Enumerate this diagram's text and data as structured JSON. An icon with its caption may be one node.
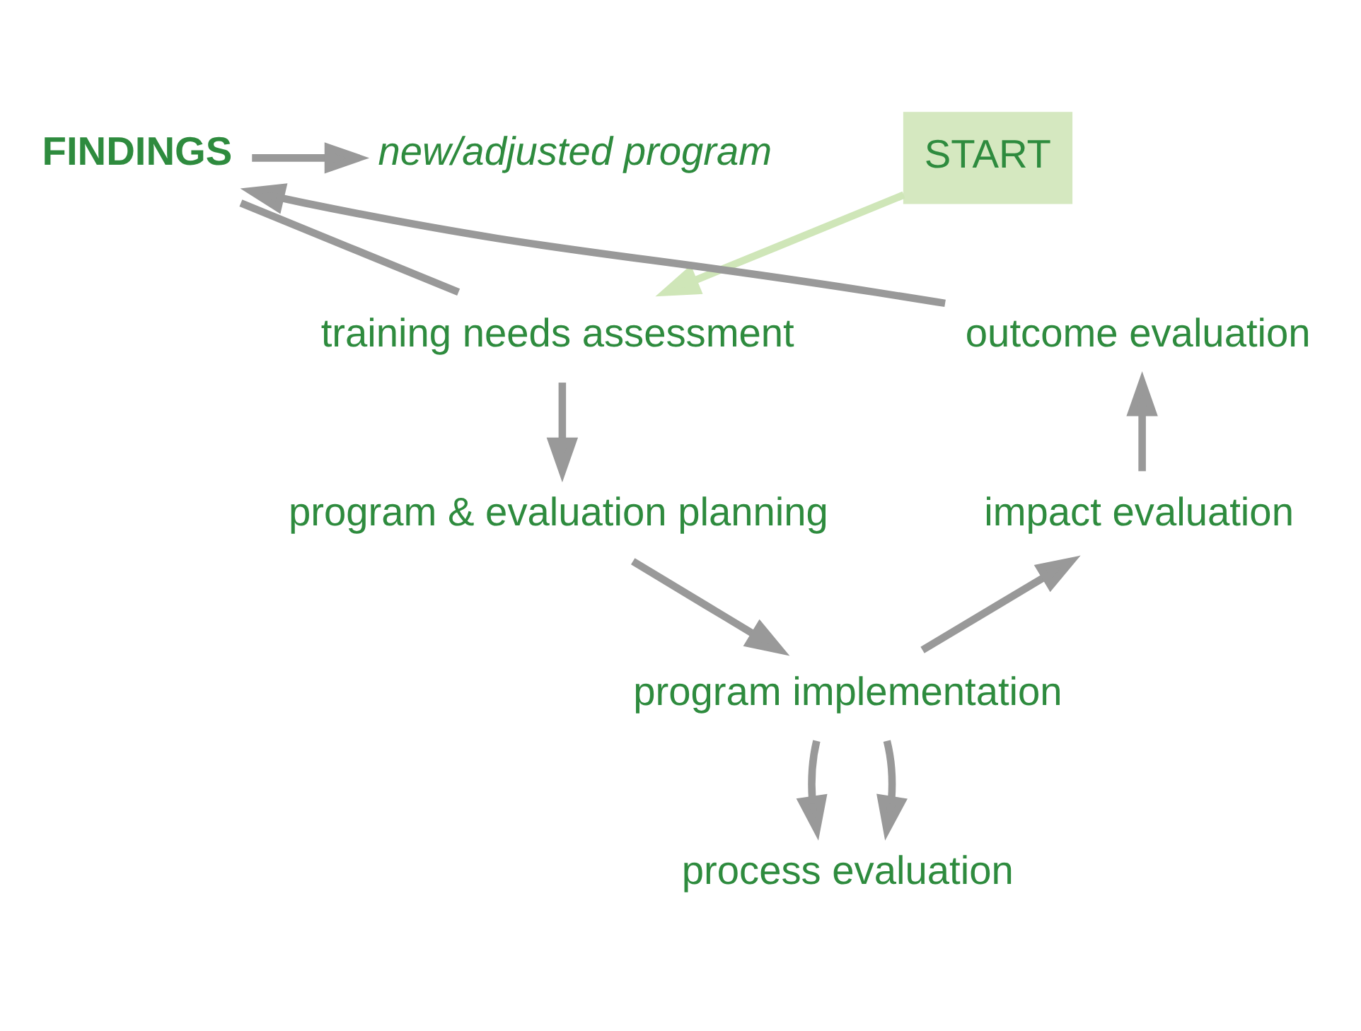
{
  "diagram": {
    "nodes": [
      {
        "text": [
          "FINDINGS"
        ]
      },
      {
        "text": [
          "new/adjusted program"
        ]
      },
      {
        "text": [
          "START"
        ]
      },
      {
        "text": [
          "training needs assessment"
        ]
      },
      {
        "text": [
          "program & evaluation planning"
        ]
      },
      {
        "text": [
          "program implementation"
        ]
      },
      {
        "text": [
          "process evaluation"
        ]
      },
      {
        "text": [
          "impact evaluation"
        ]
      },
      {
        "text": [
          "outcome evaluation"
        ]
      }
    ],
    "edges": [
      {
        "from": 0,
        "to": 1,
        "arrow": "to"
      },
      {
        "from": 2,
        "to": 3,
        "arrow": "to",
        "color": "#cfe6b8"
      },
      {
        "from": 0,
        "to": 3,
        "arrow": "none"
      },
      {
        "from": 3,
        "to": 4,
        "arrow": "to"
      },
      {
        "from": 4,
        "to": 5,
        "arrow": "to"
      },
      {
        "from": 5,
        "to": 6,
        "arrow": "to"
      },
      {
        "from": 5,
        "to": 6,
        "arrow": "to"
      },
      {
        "from": 5,
        "to": 7,
        "arrow": "to"
      },
      {
        "from": 7,
        "to": 8,
        "arrow": "to"
      },
      {
        "from": 8,
        "to": 0,
        "arrow": "to"
      }
    ]
  }
}
